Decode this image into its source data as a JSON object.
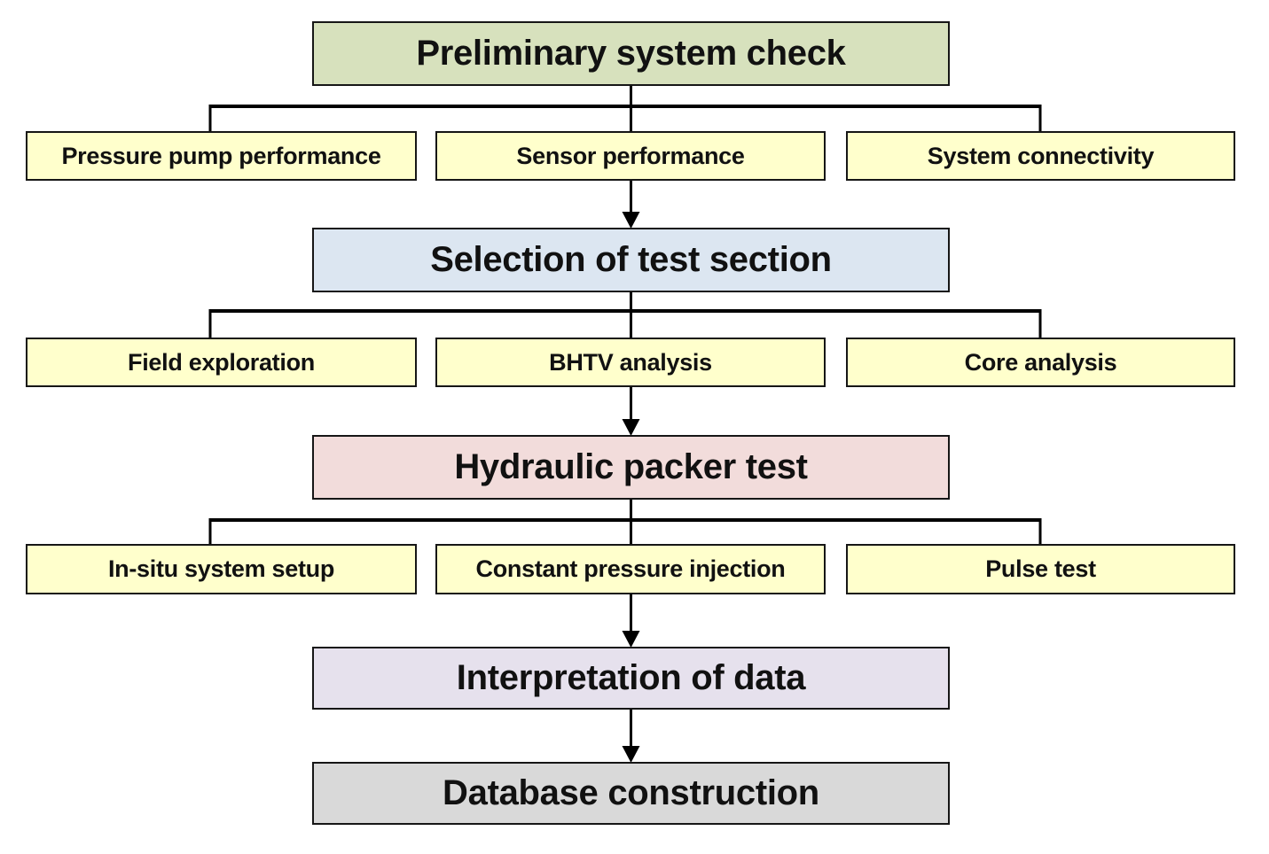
{
  "flowchart": {
    "stages": [
      {
        "label": "Preliminary system check",
        "color": "#d7e1bd",
        "children": [
          "Pressure pump performance",
          "Sensor performance",
          "System connectivity"
        ]
      },
      {
        "label": "Selection of test section",
        "color": "#dce6f1",
        "children": [
          "Field exploration",
          "BHTV analysis",
          "Core analysis"
        ]
      },
      {
        "label": "Hydraulic packer test",
        "color": "#f2dcdb",
        "children": [
          "In-situ system setup",
          "Constant pressure injection",
          "Pulse test"
        ]
      },
      {
        "label": "Interpretation of data",
        "color": "#e6e1ed",
        "children": []
      },
      {
        "label": "Database construction",
        "color": "#d9d9d9",
        "children": []
      }
    ],
    "child_box_color": "#ffffcc",
    "connector_color": "#000000",
    "border_color": "#161616",
    "text_color": "#111111"
  }
}
